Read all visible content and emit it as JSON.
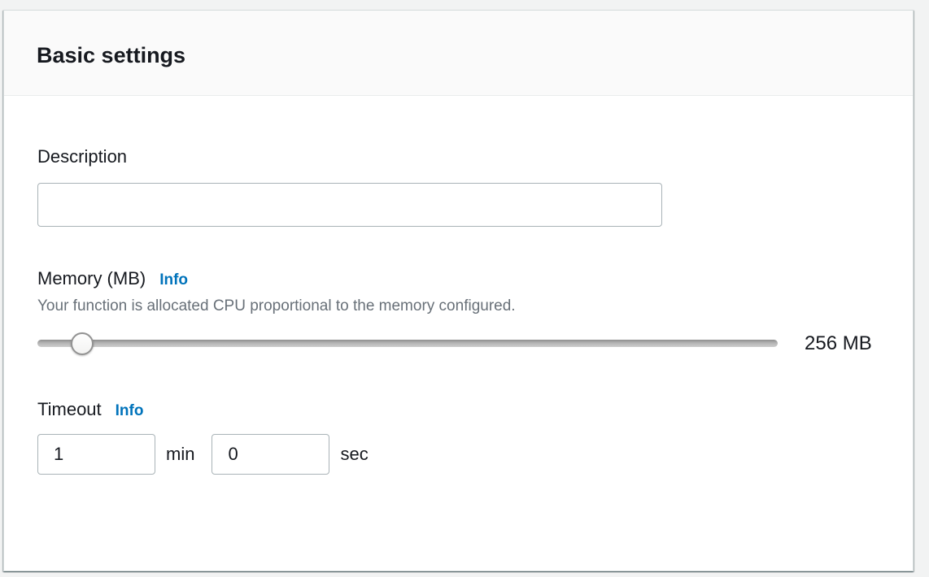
{
  "panel": {
    "title": "Basic settings",
    "description": {
      "label": "Description",
      "value": ""
    },
    "memory": {
      "label": "Memory (MB)",
      "info_label": "Info",
      "helper": "Your function is allocated CPU proportional to the memory configured.",
      "value_display": "256 MB",
      "slider_percent": 6
    },
    "timeout": {
      "label": "Timeout",
      "info_label": "Info",
      "minutes_value": "1",
      "minutes_unit": "min",
      "seconds_value": "0",
      "seconds_unit": "sec"
    }
  },
  "colors": {
    "accent_blue": "#0073bb",
    "text_dark": "#16191f",
    "helper_gray": "#687078",
    "input_border_gray": "#a9b3b7",
    "header_background": "#fafafa",
    "page_background": "#f2f3f3"
  }
}
